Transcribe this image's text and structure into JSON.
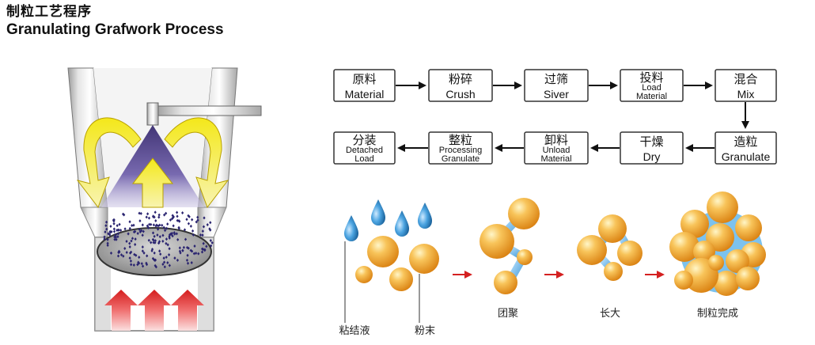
{
  "title": {
    "cn": "制粒工艺程序",
    "en": "Granulating Grafwork Process"
  },
  "flow": {
    "row1": [
      {
        "cn": "原料",
        "en": "Material"
      },
      {
        "cn": "粉碎",
        "en": "Crush"
      },
      {
        "cn": "过筛",
        "en": "Siver"
      },
      {
        "cn": "投料",
        "en1": "Load",
        "en2": "Material"
      },
      {
        "cn": "混合",
        "en": "Mix"
      }
    ],
    "row2": [
      {
        "cn": "分装",
        "en1": "Detached",
        "en2": "Load"
      },
      {
        "cn": "整粒",
        "en1": "Processing",
        "en2": "Granulate"
      },
      {
        "cn": "卸料",
        "en1": "Unload",
        "en2": "Material"
      },
      {
        "cn": "干燥",
        "en": "Dry"
      },
      {
        "cn": "造粒",
        "en": "Granulate"
      }
    ]
  },
  "stages": {
    "binder": "粘结液",
    "powder": "粉末",
    "agglomerate": "团聚",
    "growth": "长大",
    "complete": "制粒完成"
  },
  "colors": {
    "particle": "#f0a830",
    "droplet": "#2a86c8",
    "arrow_red": "#d42020",
    "swirl_yellow": "#f4ea2a",
    "cone_purple": "#4a3c8c"
  }
}
